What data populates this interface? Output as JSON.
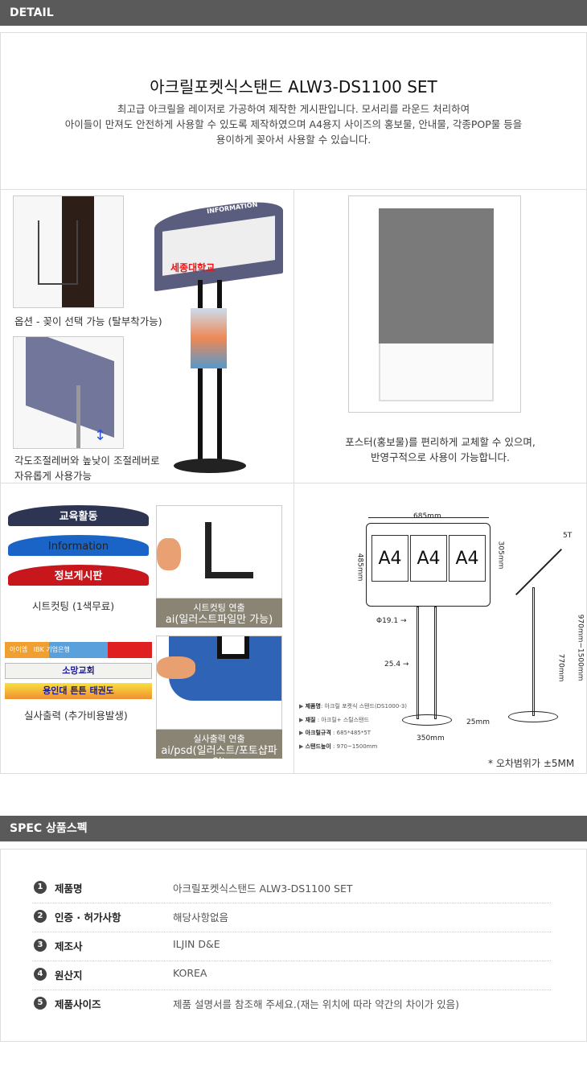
{
  "detail_header": "DETAIL",
  "intro": {
    "title": "아크릴포켓식스탠드 ALW3-DS1100 SET",
    "lines": [
      "최고급 아크릴을 레이저로 가공하여 제작한 게시판입니다. 모서리를 라운드 처리하여",
      "아이들이 만져도 안전하게 사용할 수 있도록 제작하였으며 A4용지 사이즈의 홍보물, 안내물, 각종POP물 등을",
      "용이하게 꽂아서 사용할 수 있습니다."
    ]
  },
  "cell1": {
    "caption_option": "옵션 - 꽂이 선택 가능 (탈부착가능)",
    "caption_adjust": [
      "각도조절레버와 높낮이 조절레버로",
      "자유롭게 사용가능"
    ],
    "stand_header": "INFORMATION",
    "stand_logo": "세종대학교"
  },
  "cell2": {
    "caption": [
      "포스터(홍보물)를 편리하게 교체할 수 있으며,",
      "반영구적으로 사용이 가능합니다."
    ]
  },
  "cell3": {
    "signs": [
      {
        "text": "교육활동",
        "color": "#2e3553"
      },
      {
        "text": "Information",
        "color": "#1a64c8"
      },
      {
        "text": "정보게시판",
        "color": "#c8171c"
      }
    ],
    "sheet_caption": "시트컷팅 (1색무료)",
    "sheet_photo_caption": [
      "시트컷팅 연출",
      "ai(일러스트파일만 가능)"
    ],
    "print_caption": "실사출력 (추가비용발생)",
    "print_photo_caption": [
      "실사출력  연출",
      "ai/psd(일러스트/포토샵파일)"
    ],
    "banners": [
      "아이엠",
      "IBK 기업은행",
      "소망교회",
      "용인대 튼튼 태권도"
    ]
  },
  "cell4": {
    "dims": {
      "width": "685mm",
      "height": "485mm",
      "pocket": "305mm",
      "pipe1": "Φ19.1",
      "pipe2": "25.4",
      "base_h": "25mm",
      "base_w": "350mm",
      "thick": "5T",
      "range": "970mm~1500mm",
      "low": "770mm"
    },
    "pocket_label": "A4",
    "specs": [
      {
        "k": "제품명",
        "v": "아크릴 포켓식 스탠드(DS1000-3)"
      },
      {
        "k": "재질",
        "v": "아크릴+ 스틸스탠드"
      },
      {
        "k": "아크릴규격",
        "v": "685*485*5T"
      },
      {
        "k": "스탠드높이",
        "v": "970~1500mm"
      }
    ],
    "tolerance": "* 오차범위가 ±5MM"
  },
  "spec_header": "SPEC 상품스펙",
  "spec": [
    {
      "n": "1",
      "label": "제품명",
      "value": "아크릴포켓식스탠드 ALW3-DS1100 SET"
    },
    {
      "n": "2",
      "label": "인증 · 허가사항",
      "value": "해당사항없음"
    },
    {
      "n": "3",
      "label": "제조사",
      "value": "ILJIN D&E"
    },
    {
      "n": "4",
      "label": "원산지",
      "value": "KOREA"
    },
    {
      "n": "5",
      "label": "제품사이즈",
      "value": "제품 설명서를 참조해 주세요.(재는 위치에 따라 약간의 차이가 있음)"
    }
  ]
}
